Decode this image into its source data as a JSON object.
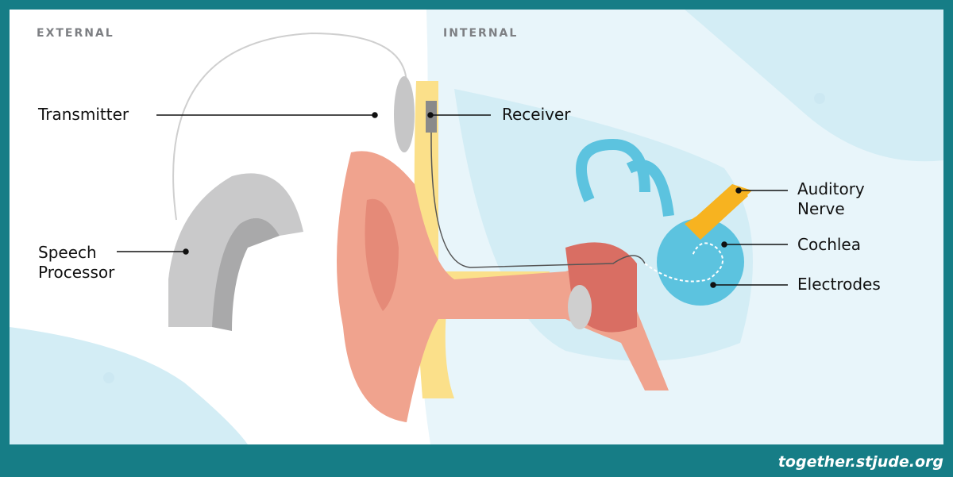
{
  "sections": {
    "external": "EXTERNAL",
    "internal": "INTERNAL"
  },
  "labels": {
    "transmitter": "Transmitter",
    "receiver": "Receiver",
    "speech_processor_1": "Speech",
    "speech_processor_2": "Processor",
    "auditory_nerve_1": "Auditory",
    "auditory_nerve_2": "Nerve",
    "cochlea": "Cochlea",
    "electrodes": "Electrodes"
  },
  "footer": "together.stjude.org",
  "colors": {
    "frame": "#167d86",
    "internal_bg": "#e8f5fa",
    "skin": "#f0a38e",
    "bone": "#fbe08a",
    "cochlea": "#5cc3df",
    "nerve": "#f7b320",
    "device": "#c9c9ca"
  }
}
